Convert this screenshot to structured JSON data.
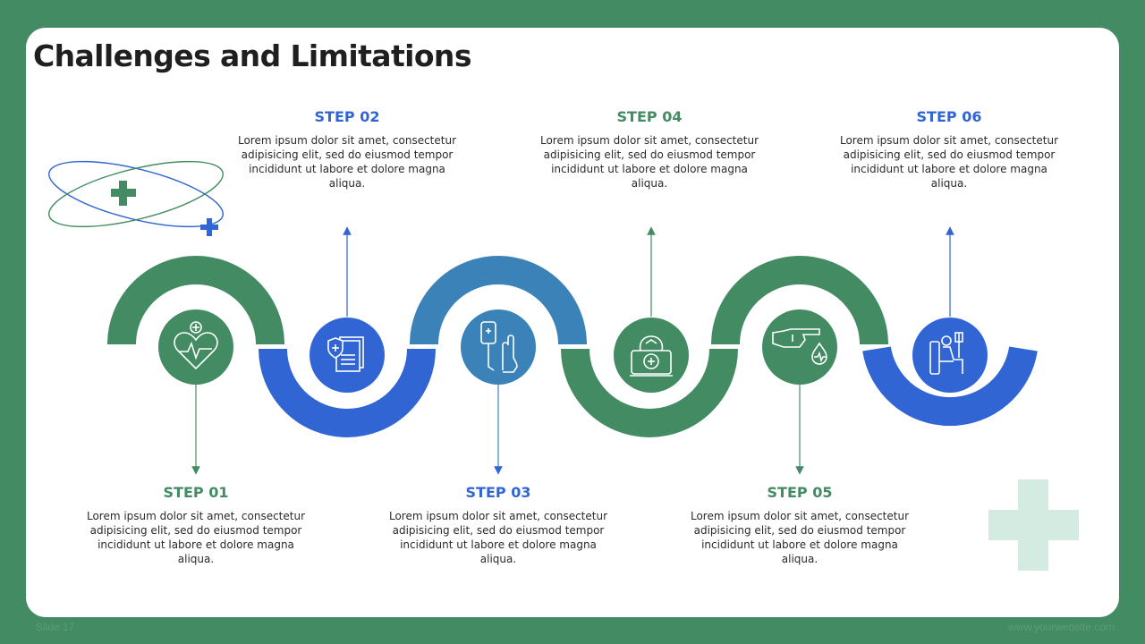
{
  "title": "Challenges and Limitations",
  "colors": {
    "background": "#428b63",
    "green": "#428b63",
    "blue": "#3165d4",
    "steel_blue": "#3a82b8",
    "light_green": "#d3ebe0"
  },
  "steps": [
    {
      "label": "STEP 01",
      "text": "Lorem ipsum dolor sit amet, consectetur adipisicing elit, sed do eiusmod tempor incididunt ut labore et dolore magna aliqua.",
      "icon": "heart-health-icon",
      "color": "#428b63"
    },
    {
      "label": "STEP 02",
      "text": "Lorem ipsum dolor sit amet, consectetur adipisicing elit, sed do eiusmod tempor incididunt ut labore et dolore magna aliqua.",
      "icon": "insurance-documents-icon",
      "color": "#3165d4"
    },
    {
      "label": "STEP 03",
      "text": "Lorem ipsum dolor sit amet, consectetur adipisicing elit, sed do eiusmod tempor incididunt ut labore et dolore magna aliqua.",
      "icon": "iv-drip-hand-icon",
      "color": "#3165d4"
    },
    {
      "label": "STEP 04",
      "text": "Lorem ipsum dolor sit amet, consectetur adipisicing elit, sed do eiusmod tempor incididunt ut labore et dolore magna aliqua.",
      "icon": "medical-kit-icon",
      "color": "#428b63"
    },
    {
      "label": "STEP 05",
      "text": "Lorem ipsum dolor sit amet, consectetur adipisicing elit, sed do eiusmod tempor incididunt ut labore et dolore magna aliqua.",
      "icon": "blood-test-hand-icon",
      "color": "#428b63"
    },
    {
      "label": "STEP 06",
      "text": "Lorem ipsum dolor sit amet, consectetur adipisicing elit, sed do eiusmod tempor incididunt ut labore et dolore magna aliqua.",
      "icon": "patient-chair-icon",
      "color": "#3165d4"
    }
  ],
  "footer": {
    "slide": "Slide 17",
    "website": "www.yourwebsite.com"
  }
}
